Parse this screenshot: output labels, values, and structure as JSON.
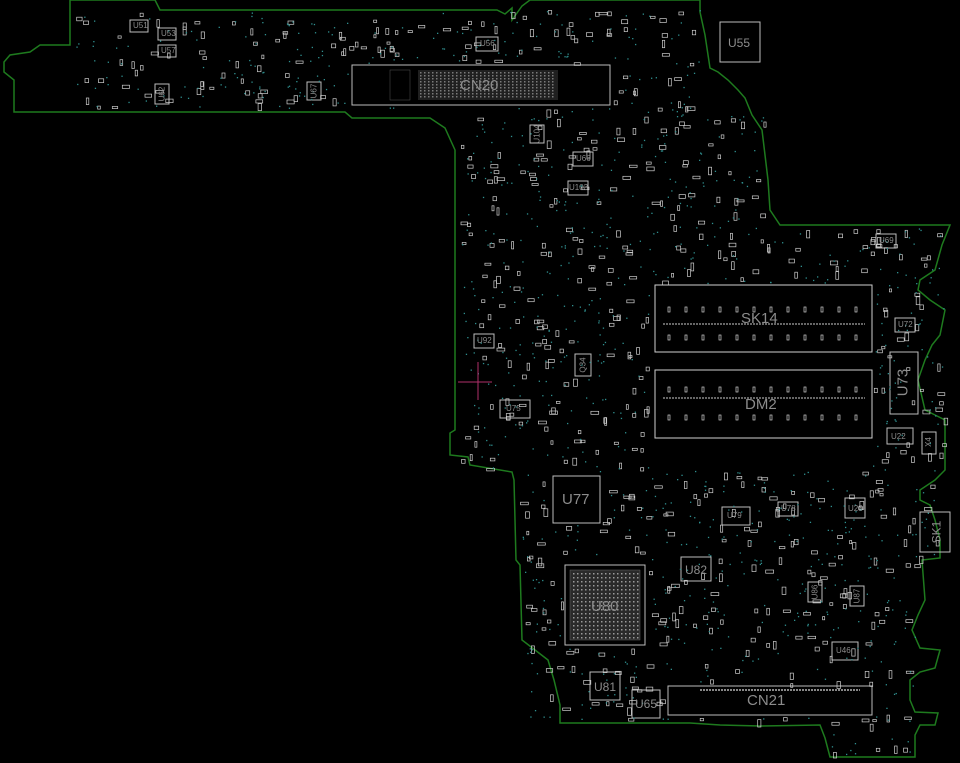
{
  "board": {
    "outline_color": "#1e7a1e",
    "silk_color": "#bdbdbd",
    "pad_color": "#cfcfcf",
    "via_color": "#2f8f8f",
    "cursor_color": "#b0306a"
  },
  "labels": {
    "CN20": "CN20",
    "CN21": "CN21",
    "SK14": "SK14",
    "DM2": "DM2",
    "U55": "U55",
    "U77": "U77",
    "U80": "U80",
    "U73": "U73",
    "SK1": "SK1",
    "U82": "U82",
    "U81": "U81",
    "U65": "U65",
    "U75": "U75",
    "U79": "U79",
    "U46": "U46",
    "U22": "U22",
    "X4": "X4",
    "U23": "U23",
    "U78": "U78",
    "U56": "U56",
    "U66": "U66",
    "U69": "U69",
    "U72": "U72",
    "U103": "U103",
    "U92": "U92",
    "Q34": "Q34",
    "U51": "U51",
    "U53": "U53",
    "U57": "U57",
    "U62": "U62",
    "U67": "U67",
    "U86": "U86",
    "U87": "U87",
    "U104": "U104"
  }
}
